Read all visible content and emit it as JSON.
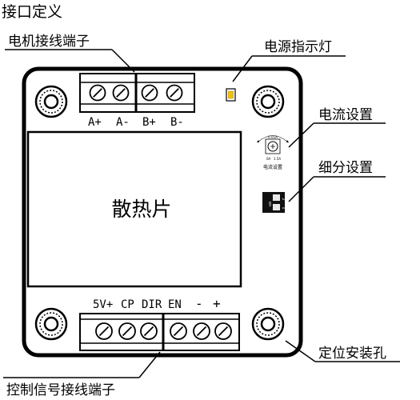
{
  "title": "接口定义",
  "callouts": {
    "motor_terminal": "电机接线端子",
    "power_led": "电源指示灯",
    "current_setting": "电流设置",
    "microstep_setting": "细分设置",
    "mounting_hole": "定位安装孔",
    "control_terminal": "控制信号接线端子"
  },
  "heatsink_label": "散热片",
  "motor_pins": [
    "A+",
    "A-",
    "B+",
    "B-"
  ],
  "control_pins": [
    "5V+",
    "CP",
    "DIR",
    "EN",
    "-",
    "+"
  ],
  "current_dial": {
    "top": "0.05A",
    "bottom_left": "0A",
    "bottom_right": "1.5A",
    "caption": "电流设置"
  },
  "dip_switch": {
    "on_label": "on",
    "pos1": "1",
    "pos2": "2"
  }
}
